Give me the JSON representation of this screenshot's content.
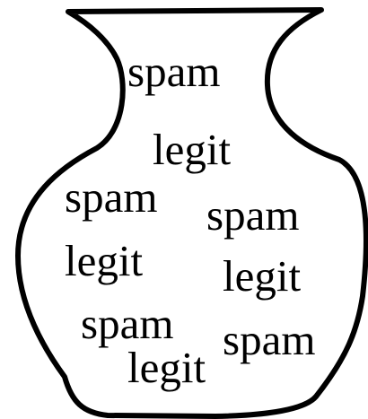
{
  "colors": {
    "background": "#ffffff",
    "stroke": "#000000",
    "text": "#000000"
  },
  "vase": {
    "words": [
      {
        "label": "spam"
      },
      {
        "label": "legit"
      },
      {
        "label": "spam"
      },
      {
        "label": "spam"
      },
      {
        "label": "legit"
      },
      {
        "label": "legit"
      },
      {
        "label": "spam"
      },
      {
        "label": "spam"
      },
      {
        "label": "legit"
      }
    ]
  }
}
